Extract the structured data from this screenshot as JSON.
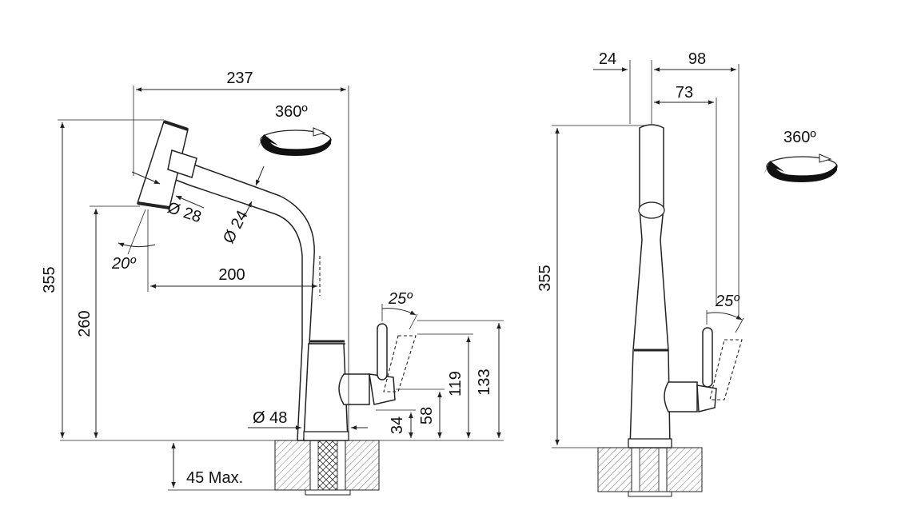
{
  "side_view": {
    "width_top": "237",
    "rotation": "360º",
    "dia_head": "Ø 28",
    "dia_spout": "Ø 24",
    "height_total": "355",
    "height_outlet": "260",
    "angle_head": "20º",
    "reach": "200",
    "angle_lever": "25º",
    "lever_133": "133",
    "lever_119": "119",
    "lever_58": "58",
    "lever_34": "34",
    "dia_base": "Ø 48",
    "max_thickness": "45 Max."
  },
  "front_view": {
    "offset_24": "24",
    "offset_98": "98",
    "offset_73": "73",
    "height_total": "355",
    "rotation": "360º",
    "angle_lever": "25º"
  }
}
